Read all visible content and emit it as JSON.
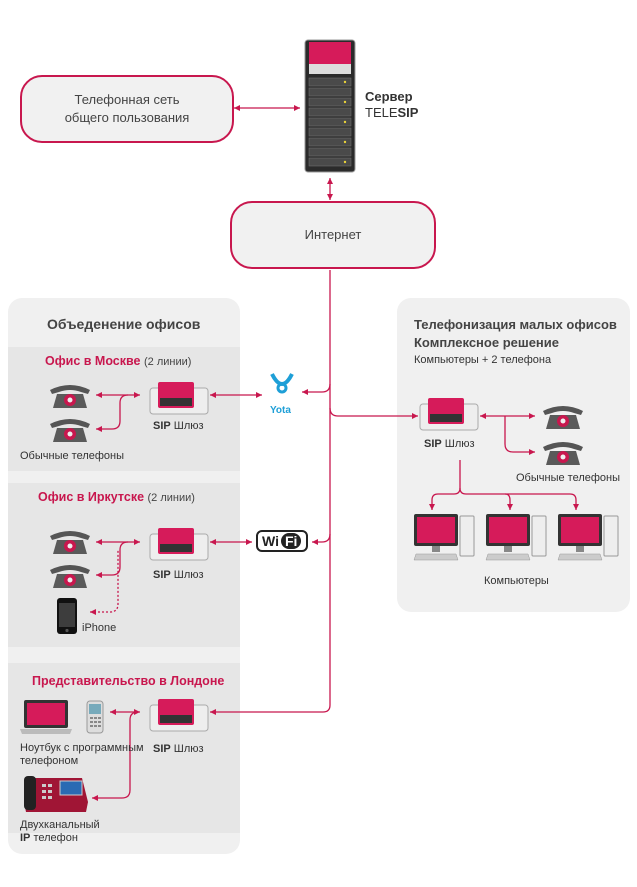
{
  "pstn": {
    "line1": "Телефонная сеть",
    "line2": "общего пользования"
  },
  "server": {
    "label_bold": "Сервер",
    "label_brand": "TELE",
    "label_brand_bold": "SIP"
  },
  "internet": {
    "label": "Интернет"
  },
  "left_panel": {
    "title": "Объеденение офисов",
    "moscow": {
      "name": "Офис в Москве",
      "lines": "(2 линии)",
      "phones_label": "Обычные телефоны",
      "gateway_bold": "SIP",
      "gateway_rest": " Шлюз"
    },
    "irkutsk": {
      "name": "Офис в Иркутске",
      "lines": "(2 линии)",
      "iphone_label": "iPhone",
      "gateway_bold": "SIP",
      "gateway_rest": " Шлюз"
    },
    "london": {
      "name": "Представительство в Лондоне",
      "laptop_label1": "Ноутбук с программным",
      "laptop_label2": "телефоном",
      "ip_phone_label1": "Двухканальный",
      "ip_phone_label2_bold": "IP",
      "ip_phone_label2_rest": " телефон",
      "gateway_bold": "SIP",
      "gateway_rest": " Шлюз"
    }
  },
  "right_panel": {
    "title1": "Телефонизация малых офисов",
    "title2": "Комплексное решение",
    "subtitle": "Компьютеры + 2 телефона",
    "gateway_bold": "SIP",
    "gateway_rest": " Шлюз",
    "phones_label": "Обычные телефоны",
    "computers_label": "Компьютеры"
  },
  "yota": {
    "label": "Yota"
  },
  "wifi": {
    "label_left": "Wi",
    "label_right": "Fi"
  },
  "colors": {
    "accent": "#c8174e",
    "panel": "#f0f0f0",
    "band": "#e6e6e6"
  }
}
